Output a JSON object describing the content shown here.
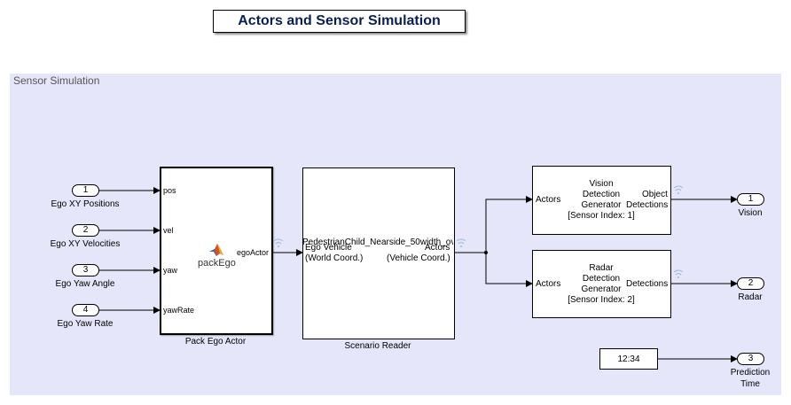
{
  "title": "Actors and Sensor Simulation",
  "subsystem": {
    "label": "Sensor Simulation"
  },
  "inports": [
    {
      "number": "1",
      "label": "Ego XY Positions"
    },
    {
      "number": "2",
      "label": "Ego XY Velocities"
    },
    {
      "number": "3",
      "label": "Ego Yaw Angle"
    },
    {
      "number": "4",
      "label": "Ego Yaw Rate"
    }
  ],
  "pack_ego": {
    "caption": "Pack Ego Actor",
    "function_name": "packEgo",
    "inputs": [
      "pos",
      "vel",
      "yaw",
      "yawRate"
    ],
    "output": "egoActor"
  },
  "scenario_reader": {
    "caption": "Scenario Reader",
    "file_name": "PedestrianChild_Nearside_50width_ov",
    "input_line1": "Ego Vehicle",
    "input_line2": "(World Coord.)",
    "output_line1": "Actors",
    "output_line2": "(Vehicle Coord.)"
  },
  "vision": {
    "input": "Actors",
    "lines": [
      "Vision",
      "Detection",
      "Generator",
      "[Sensor Index: 1]"
    ],
    "output_line1": "Object",
    "output_line2": "Detections"
  },
  "radar": {
    "input": "Actors",
    "lines": [
      "Radar",
      "Detection",
      "Generator",
      "[Sensor Index: 2]"
    ],
    "output": "Detections"
  },
  "clock": {
    "value": "12:34"
  },
  "outports": [
    {
      "number": "1",
      "label": "Vision"
    },
    {
      "number": "2",
      "label": "Radar"
    },
    {
      "number": "3",
      "label_line1": "Prediction",
      "label_line2": "Time"
    }
  ]
}
